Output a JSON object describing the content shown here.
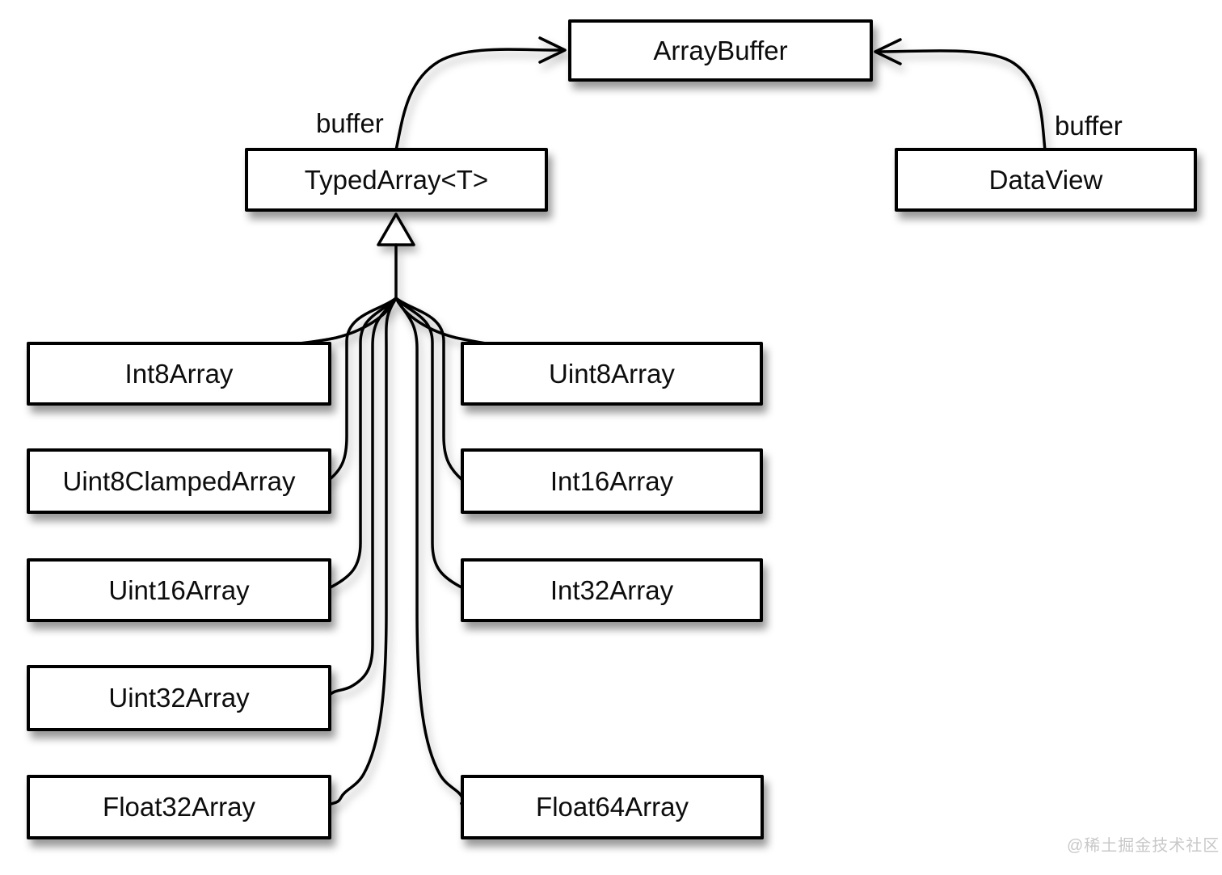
{
  "diagram": {
    "nodes": {
      "arraybuffer": {
        "label": "ArrayBuffer"
      },
      "typedarray": {
        "label": "TypedArray<T>"
      },
      "dataview": {
        "label": "DataView"
      },
      "int8array": {
        "label": "Int8Array"
      },
      "uint8array": {
        "label": "Uint8Array"
      },
      "uint8clampedarray": {
        "label": "Uint8ClampedArray"
      },
      "int16array": {
        "label": "Int16Array"
      },
      "uint16array": {
        "label": "Uint16Array"
      },
      "int32array": {
        "label": "Int32Array"
      },
      "uint32array": {
        "label": "Uint32Array"
      },
      "float32array": {
        "label": "Float32Array"
      },
      "float64array": {
        "label": "Float64Array"
      }
    },
    "edges": {
      "typedarray_to_arraybuffer": {
        "label": "buffer"
      },
      "dataview_to_arraybuffer": {
        "label": "buffer"
      }
    },
    "relationships": {
      "inheritance_parent": "TypedArray<T>",
      "inheritance_children": [
        "Int8Array",
        "Uint8Array",
        "Uint8ClampedArray",
        "Int16Array",
        "Uint16Array",
        "Int32Array",
        "Uint32Array",
        "Float32Array",
        "Float64Array"
      ]
    },
    "watermark": {
      "text": "@稀土掘金技术社区"
    },
    "colors": {
      "line": "#000000",
      "box_border": "#000000",
      "box_fill": "#ffffff",
      "background": "#ffffff",
      "watermark_text": "#c8c8c8"
    }
  }
}
